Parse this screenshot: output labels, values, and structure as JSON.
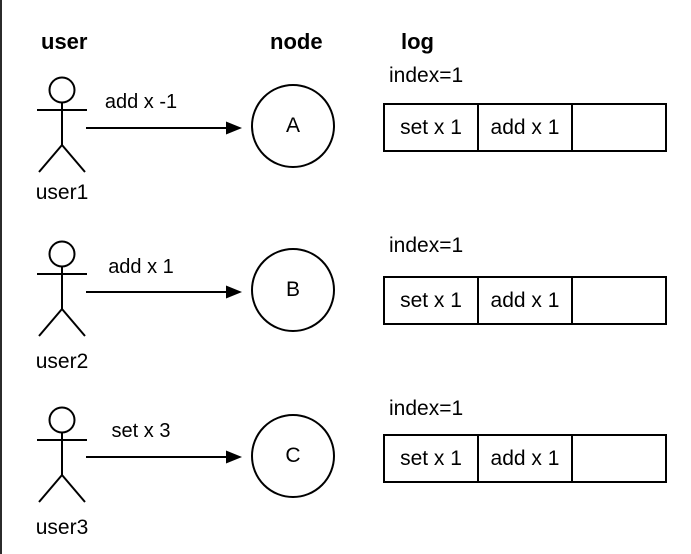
{
  "diagram": {
    "headers": {
      "user": "user",
      "node": "node",
      "log": "log"
    },
    "rows": [
      {
        "user_label": "user1",
        "message": "add x -1",
        "node_label": "A",
        "log_index": "index=1",
        "log_cells": [
          "set x 1",
          "add x 1",
          ""
        ]
      },
      {
        "user_label": "user2",
        "message": "add x 1",
        "node_label": "B",
        "log_index": "index=1",
        "log_cells": [
          "set x 1",
          "add x 1",
          ""
        ]
      },
      {
        "user_label": "user3",
        "message": "set x 3",
        "node_label": "C",
        "log_index": "index=1",
        "log_cells": [
          "set x 1",
          "add x 1",
          ""
        ]
      }
    ],
    "colors": {
      "stroke": "#000000",
      "background": "#ffffff",
      "left_border": "#2b2b2b"
    }
  }
}
